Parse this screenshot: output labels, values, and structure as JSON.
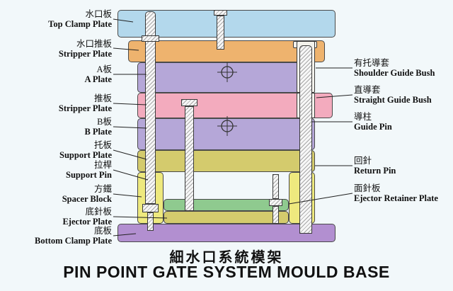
{
  "page": {
    "title_zh": "細水口系統模架",
    "title_en": "PIN POINT GATE SYSTEM MOULD BASE"
  },
  "labels_left": [
    {
      "zh": "水口板",
      "en": "Top Clamp Plate"
    },
    {
      "zh": "水口推板",
      "en": "Stripper Plate"
    },
    {
      "zh": "A板",
      "en": "A Plate"
    },
    {
      "zh": "推板",
      "en": "Stripper Plate"
    },
    {
      "zh": "B板",
      "en": "B Plate"
    },
    {
      "zh": "托板",
      "en": "Support Plate"
    },
    {
      "zh": "拉桿",
      "en": "Support Pin"
    },
    {
      "zh": "方鐵",
      "en": "Spacer Block"
    },
    {
      "zh": "底針板",
      "en": "Ejector Plate"
    },
    {
      "zh": "底板",
      "en": "Bottom Clamp Plate"
    }
  ],
  "labels_right": [
    {
      "zh": "有托導套",
      "en": "Shoulder Guide Bush"
    },
    {
      "zh": "直導套",
      "en": "Straight Guide Bush"
    },
    {
      "zh": "導柱",
      "en": "Guide Pin"
    },
    {
      "zh": "回針",
      "en": "Return Pin"
    },
    {
      "zh": "面針板",
      "en": "Ejector Retainer Plate"
    }
  ],
  "icons": {
    "center_mark": "crosshair-center-mark"
  },
  "colors": {
    "background": "#f2f8fa",
    "top_clamp_plate": "#b3d8ec",
    "stripper_plate_top": "#eeb36e",
    "a_plate": "#b5a7d8",
    "stripper_plate_mid": "#f3abbe",
    "b_plate": "#b5a7d8",
    "support_plate": "#d4cb6d",
    "spacer_block": "#eee97e",
    "ejector_retainer_plate": "#8fca8f",
    "ejector_plate": "#d4cb6d",
    "bottom_clamp_plate": "#b28fd0",
    "outline": "#4a4a4a"
  }
}
